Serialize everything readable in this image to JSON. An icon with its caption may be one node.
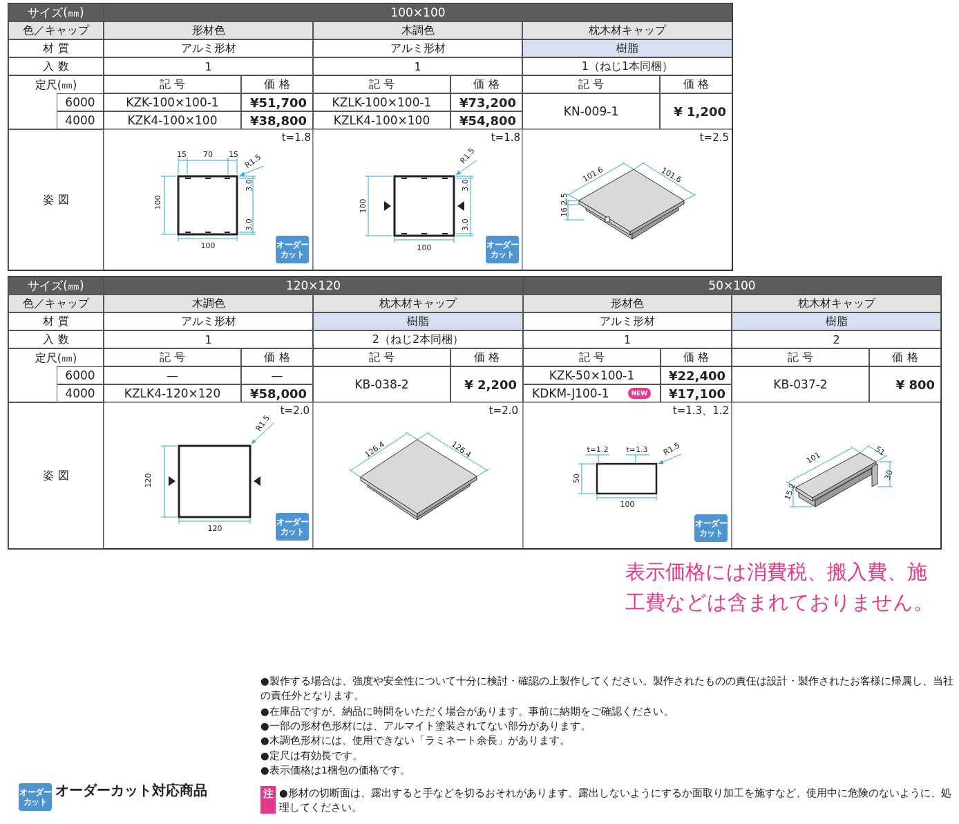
{
  "diagram": {
    "labels": [
      "サイズ(㎜)",
      "100×100",
      "色／キャップ",
      "形材色",
      "木調色",
      "枕木材キャップ",
      "材 質",
      "アルミ形材",
      "アルミ形材",
      "樹脂",
      "入 数",
      "1",
      "1",
      "1（ねじ1本同梱）",
      "定尺(㎜)",
      "記 号",
      "価 格",
      "記 号",
      "価 格",
      "記 号",
      "価 格",
      "6000",
      "KZK-100×100-1",
      "¥51,700",
      "KZLK-100×100-1",
      "¥73,200",
      "KN-009-1",
      "¥ 1,200",
      "4000",
      "KZK4-100×100",
      "¥38,800",
      "KZLK4-100×100",
      "¥54,800",
      "姿 図",
      "t=1.8",
      "15",
      "70",
      "15",
      "R1.5",
      "100",
      "3.0",
      "3.0",
      "100",
      "オーダーカット",
      "t=1.8",
      "R1.5",
      "100",
      "3.0",
      "3.0",
      "100",
      "オーダーカット",
      "t=2.5",
      "101.6",
      "101.6",
      "2.5",
      "16",
      "サイズ(㎜)",
      "120×120",
      "50×100",
      "色／キャップ",
      "木調色",
      "枕木材キャップ",
      "形材色",
      "枕木材キャップ",
      "材 質",
      "アルミ形材",
      "樹脂",
      "アルミ形材",
      "樹脂",
      "入 数",
      "1",
      "2（ねじ2本同梱）",
      "1",
      "2",
      "定尺(㎜)",
      "記 号",
      "価 格",
      "記 号",
      "価 格",
      "記 号",
      "価 格",
      "記 号",
      "価 格",
      "6000",
      "—",
      "—",
      "KB-038-2",
      "¥ 2,200",
      "KZK-50×100-1",
      "¥22,400",
      "KB-037-2",
      "¥ 800",
      "4000",
      "KZLK4-120×120",
      "¥58,000",
      "KDKM-J100-1",
      "NEW",
      "¥17,100",
      "姿 図",
      "t=2.0",
      "R1.5",
      "120",
      "120",
      "オーダーカット",
      "t=2.0",
      "126.4",
      "126.4",
      "t=1.3、1.2",
      "t=1.2",
      "t=1.3",
      "R1.5",
      "50",
      "100",
      "オーダーカット",
      "101",
      "51",
      "30",
      "15.2",
      "表示価格には消費税、搬入費、施工費などは含まれておりません。",
      "●製作する場合は、強度や安全性について十分に検討・確認の上製作してください。製作されたものの責任は設計・製作されたお客様に帰属し、当社の責任外となります。",
      "●在庫品ですが、納品に時間をいただく場合があります。事前に納期をご確認ください。",
      "●一部の形材色形材には、アルマイト塗装されてない部分があります。",
      "●木調色形材には、使用できない「ラミネート余長」があります。",
      "●定尺は有効長です。",
      "●表示価格は1梱包の価格です。",
      "オーダーカット",
      "オーダーカット対応商品",
      "注",
      "●形材の切断面は、露出すると手などを切るおそれがあります。露出しないようにするか面取り加工を施すなど、使用中に危険のないように、処理してください。"
    ]
  }
}
